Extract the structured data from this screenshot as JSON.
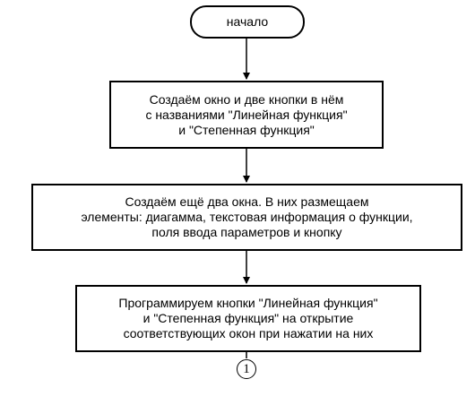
{
  "diagram": {
    "start": "начало",
    "steps": [
      "Создаём окно и две кнопки в нём\nс названиями \"Линейная функция\"\nи \"Степенная функция\"",
      "Создаём ещё два окна. В них размещаем\nэлементы: диагамма, текстовая информация о функции,\nполя ввода параметров и кнопку",
      "Программируем кнопки \"Линейная функция\"\nи \"Степенная функция\" на открытие\nсоответствующих окон при нажатии на них"
    ],
    "connector": "1"
  },
  "colors": {
    "stroke": "#000000",
    "background": "#ffffff"
  }
}
